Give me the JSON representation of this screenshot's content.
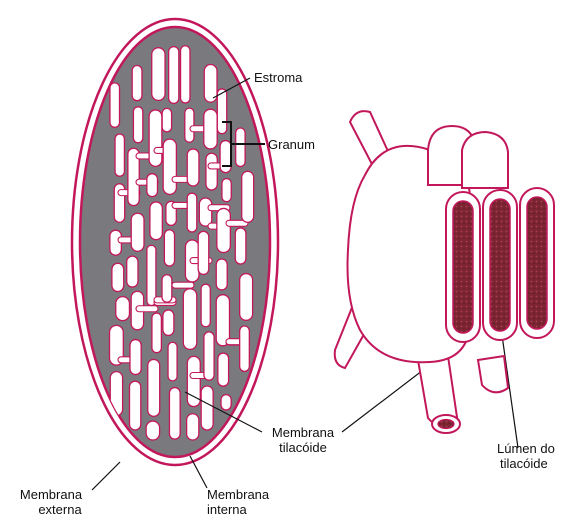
{
  "labels": {
    "estroma": "Estroma",
    "granum": "Granum",
    "membrana_tilacoide_1": "Membrana",
    "membrana_tilacoide_2": "tilacóide",
    "lumen_1": "Lúmen do",
    "lumen_2": "tilacóide",
    "membrana_externa_1": "Membrana",
    "membrana_externa_2": "externa",
    "membrana_interna_1": "Membrana",
    "membrana_interna_2": "interna"
  },
  "colors": {
    "membrane": "#c2185b",
    "stroma": "#7a7a7e",
    "lumen": "#8a2c3a",
    "line": "#111111"
  }
}
